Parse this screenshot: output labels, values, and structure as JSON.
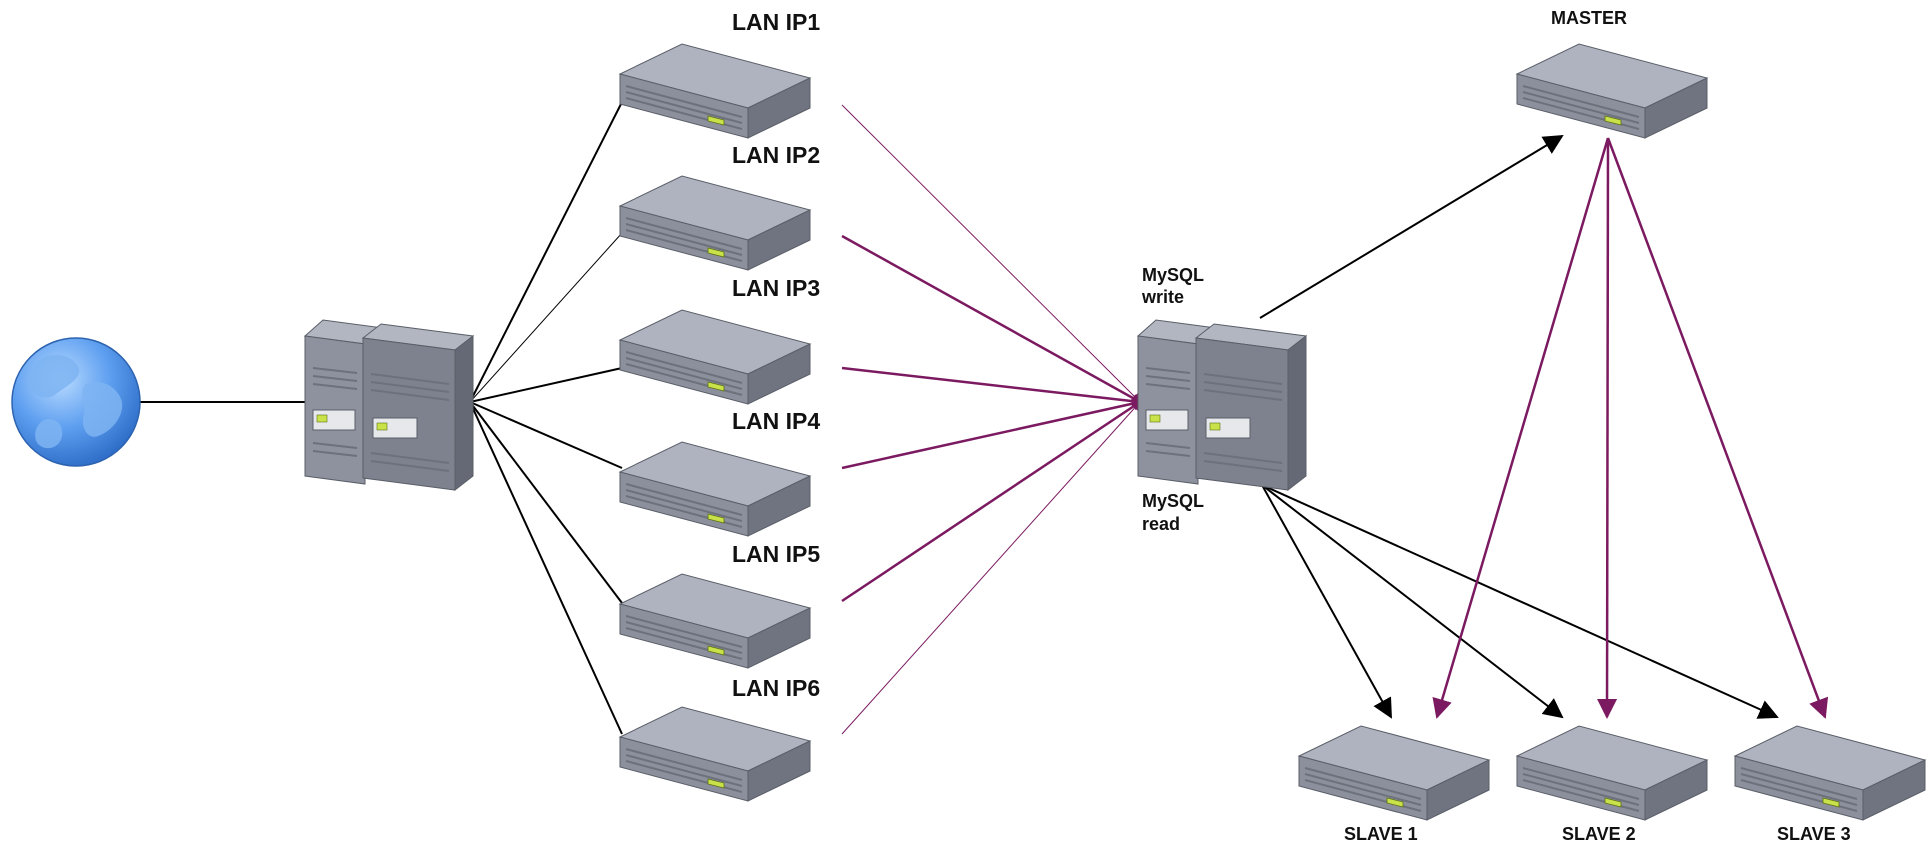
{
  "diagram": {
    "lan_servers": [
      {
        "label": "LAN IP1"
      },
      {
        "label": "LAN IP2"
      },
      {
        "label": "LAN IP3"
      },
      {
        "label": "LAN IP4"
      },
      {
        "label": "LAN IP5"
      },
      {
        "label": "LAN IP6"
      }
    ],
    "mysql": {
      "write_label_1": "MySQL",
      "write_label_2": "write",
      "read_label_1": "MySQL",
      "read_label_2": "read"
    },
    "master": {
      "label": "MASTER"
    },
    "slaves": [
      {
        "label": "SLAVE 1"
      },
      {
        "label": "SLAVE 2"
      },
      {
        "label": "SLAVE 3"
      }
    ],
    "colors": {
      "replication": "#7b1a60",
      "link": "#000000",
      "globe": "#4f8fe0",
      "server": "#8a8f9c"
    }
  }
}
